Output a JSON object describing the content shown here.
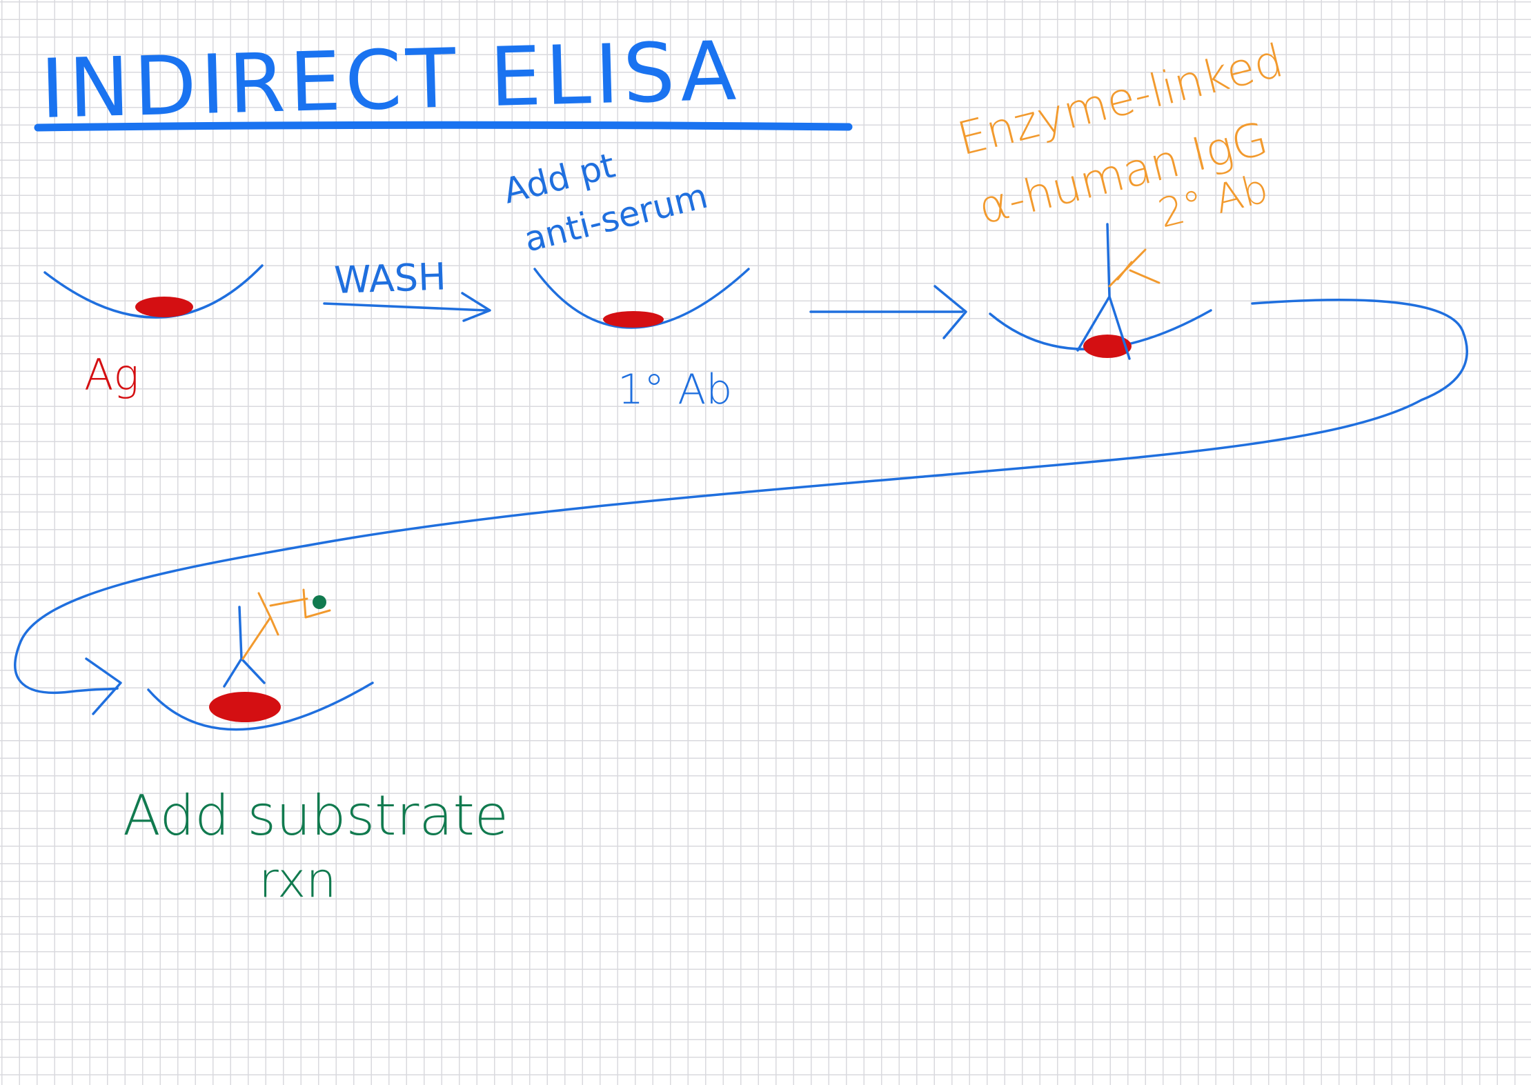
{
  "title": "INDIRECT ELISA",
  "labels": {
    "antigen": "Ag",
    "wash": "WASH",
    "add_antiserum_line1": "Add pt",
    "add_antiserum_line2": "anti-serum",
    "primary_ab": "1° Ab",
    "secondary_line1": "Enzyme-linked",
    "secondary_line2": "α-human IgG",
    "secondary_line3": "2° Ab",
    "add_substrate_line1": "Add substrate",
    "add_substrate_line2": "rxn"
  },
  "colors": {
    "ink_blue": "#1f6fde",
    "title_blue": "#1a73f0",
    "antigen_red": "#d40f12",
    "enzyme_orange": "#f29a2e",
    "substrate_green": "#117a4f",
    "grid": "#d9d9de"
  }
}
